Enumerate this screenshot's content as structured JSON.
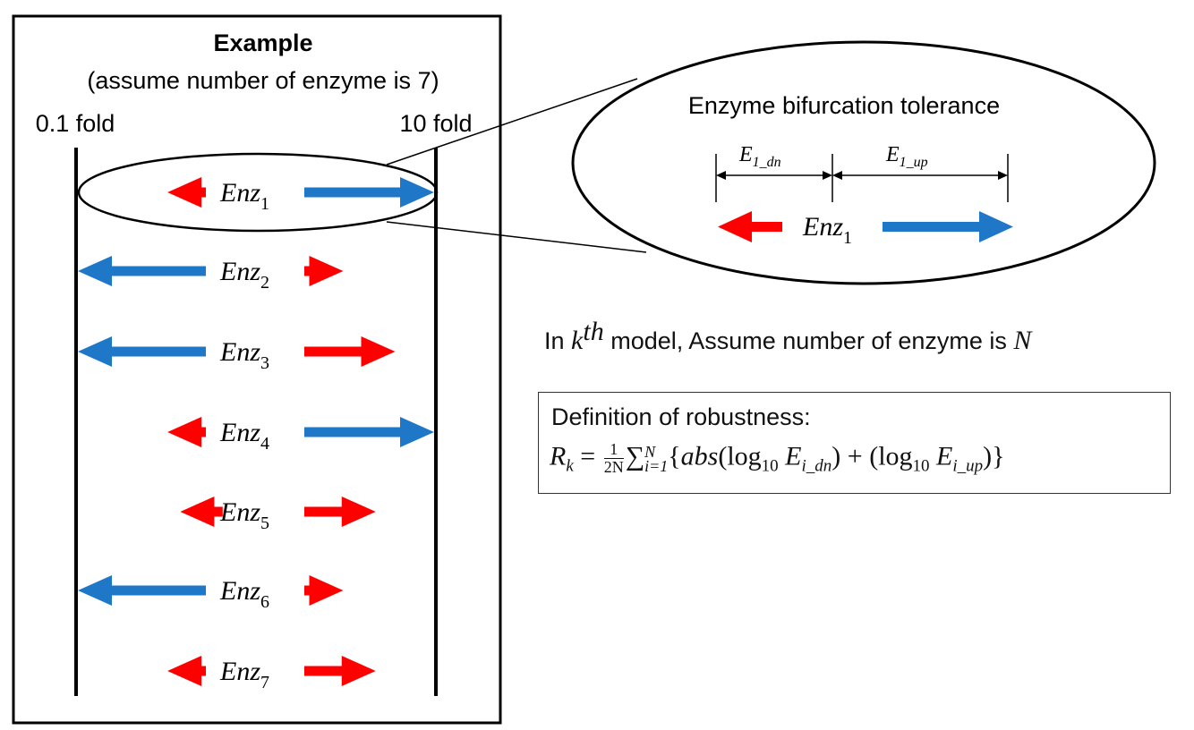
{
  "example": {
    "title": "Example",
    "subtitle": "(assume number of enzyme is 7)",
    "left_label": "0.1 fold",
    "right_label": "10 fold",
    "enzymes": [
      {
        "name": "Enz",
        "sub": "1",
        "down": 0.3,
        "up": 1.0
      },
      {
        "name": "Enz",
        "sub": "2",
        "down": 1.0,
        "up": 0.3
      },
      {
        "name": "Enz",
        "sub": "3",
        "down": 1.0,
        "up": 0.7
      },
      {
        "name": "Enz",
        "sub": "4",
        "down": 0.3,
        "up": 1.0
      },
      {
        "name": "Enz",
        "sub": "5",
        "down": 0.2,
        "up": 0.55
      },
      {
        "name": "Enz",
        "sub": "6",
        "down": 1.0,
        "up": 0.3
      },
      {
        "name": "Enz",
        "sub": "7",
        "down": 0.3,
        "up": 0.55
      }
    ]
  },
  "zoom": {
    "title": "Enzyme bifurcation tolerance",
    "dn_label": "E",
    "dn_sub": "1_dn",
    "up_label": "E",
    "up_sub": "1_up",
    "enzyme_name": "Enz",
    "enzyme_sub": "1"
  },
  "assumption": {
    "prefix": "In ",
    "k": "k",
    "th": "th",
    "middle": " model, Assume number of enzyme is ",
    "n": "N"
  },
  "robustness": {
    "title": "Definition of robustness:",
    "lhs": "R",
    "lhs_sub": "k",
    "eq": "=",
    "frac_num": "1",
    "frac_den": "2N",
    "sum_sym": "∑",
    "sum_sub": "i=1",
    "sum_sup": "N",
    "brace_open": "{",
    "abs": "abs",
    "log": "log",
    "log_sub": "10",
    "e_dn": "E",
    "e_dn_sub": "i_dn",
    "plus": "+",
    "e_up": "E",
    "e_up_sub": "i_up",
    "brace_close": "}"
  },
  "colors": {
    "down_arrow": "#ff0000",
    "up_arrow": "#1f77c8",
    "line": "#000000"
  }
}
